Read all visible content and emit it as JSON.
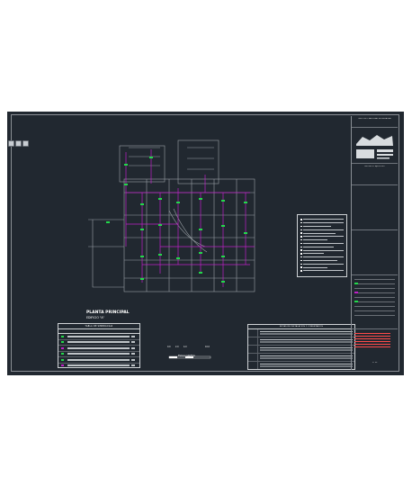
{
  "drawing": {
    "plan_title": "PLANTA PRINCIPAL",
    "plan_subtitle": "EDIFICIO \"A\"",
    "legend_table_title": "TABLA DE SIMBOLOGIA",
    "notes_table_title": "NOTAS DE INSTALACION Y COMENTARIOS",
    "scale_ticks": [
      "0.0",
      "2.0",
      "4.0",
      "10.0"
    ],
    "scale_caption": "ESCALA GRAFICA"
  },
  "title_block": {
    "institution": "INSTITUTO NACIONAL DE PEDIATRIA",
    "project": "PROYECTO EJECUTIVO",
    "sheet_number": "1 / 22"
  },
  "colors": {
    "background": "#212830",
    "conduit": "#c020c8",
    "device": "#22d94a",
    "walls": "#9aa0a6",
    "alert": "#ff4a4a"
  },
  "icons": [
    "zoom-in-icon",
    "zoom-out-icon",
    "fit-icon"
  ]
}
